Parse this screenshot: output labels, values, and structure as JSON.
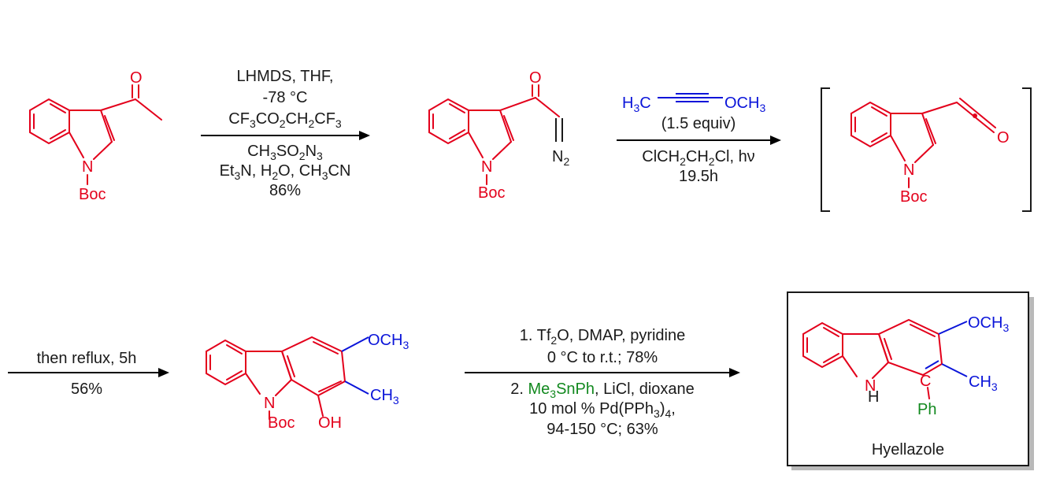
{
  "step1": {
    "reagents": [
      "LHMDS, THF,",
      "-78 °C",
      "CF3CO2CH2CF3",
      "CH3SO2N3",
      "Et3N, H2O, CH3CN",
      "86%"
    ]
  },
  "step2": {
    "alkyne_left": "H3C",
    "alkyne_right": "OCH3",
    "equiv": "(1.5 equiv)",
    "conditions": "ClCH2CH2Cl, hν",
    "time": "19.5h"
  },
  "step3": {
    "above": "then reflux, 5h",
    "below": "56%"
  },
  "step4": {
    "line1": "1. Tf2O, DMAP, pyridine",
    "line2": "0 °C to r.t.; 78%",
    "line3_prefix": "2. ",
    "line3_reagent": "Me3SnPh",
    "line3_suffix": ", LiCl, dioxane",
    "line4": "10 mol % Pd(PPh3)4,",
    "line5": "94-150 °C; 63%"
  },
  "atoms": {
    "boc": "Boc",
    "n": "N",
    "o": "O",
    "n2": "N2",
    "oh": "OH",
    "och3": "OCH3",
    "ch3": "CH3",
    "h": "H",
    "c": "C",
    "ph": "Ph"
  },
  "product": {
    "name": "Hyellazole"
  },
  "colors": {
    "indole": "#e3001b",
    "alkyne": "#0a14d9",
    "phenyl": "#12891f"
  }
}
